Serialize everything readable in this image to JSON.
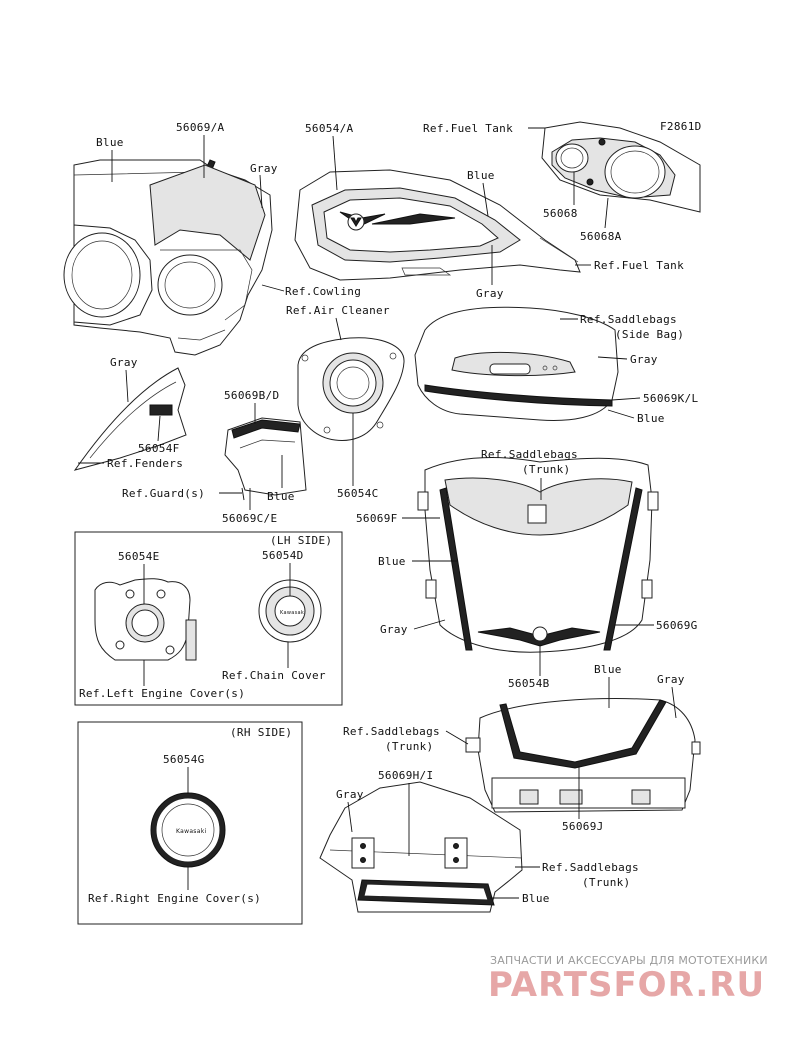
{
  "figure_code": "F2861D",
  "labels": {
    "blue_cowling": "Blue",
    "p56069A": "56069/A",
    "gray_cowling": "Gray",
    "ref_cowling": "Ref.Cowling",
    "p56054A": "56054/A",
    "blue_tank": "Blue",
    "ref_fuel_tank_top": "Ref.Fuel Tank",
    "p56068": "56068",
    "p56068A": "56068A",
    "ref_fuel_tank_right": "Ref.Fuel Tank",
    "gray_tank": "Gray",
    "ref_air_cleaner": "Ref.Air Cleaner",
    "ref_saddlebags_side_1": "Ref.Saddlebags",
    "ref_saddlebags_side_2": "(Side Bag)",
    "gray_sidebag": "Gray",
    "p56069KL": "56069K/L",
    "blue_sidebag": "Blue",
    "gray_fender": "Gray",
    "p56054F": "56054F",
    "ref_fenders": "Ref.Fenders",
    "p56069BD": "56069B/D",
    "blue_guard": "Blue",
    "ref_guards": "Ref.Guard(s)",
    "p56069CE": "56069C/E",
    "p56054C": "56054C",
    "ref_saddlebags_trunk_1a": "Ref.Saddlebags",
    "ref_saddlebags_trunk_1b": "(Trunk)",
    "p56069F": "56069F",
    "blue_trunk_front": "Blue",
    "gray_trunk_front": "Gray",
    "p56069G": "56069G",
    "p56054B": "56054B",
    "lh_side": "(LH SIDE)",
    "p56054E": "56054E",
    "p56054D": "56054D",
    "ref_chain_cover": "Ref.Chain Cover",
    "ref_left_engine_cover": "Ref.Left Engine Cover(s)",
    "rh_side": "(RH SIDE)",
    "p56054G": "56054G",
    "ref_right_engine_cover": "Ref.Right Engine Cover(s)",
    "blue_trunk_rear": "Blue",
    "gray_trunk_rear": "Gray",
    "ref_saddlebags_trunk_2a": "Ref.Saddlebags",
    "ref_saddlebags_trunk_2b": "(Trunk)",
    "p56069J": "56069J",
    "p56069HI": "56069H/I",
    "gray_trunk_side": "Gray",
    "ref_saddlebags_trunk_3a": "Ref.Saddlebags",
    "ref_saddlebags_trunk_3b": "(Trunk)",
    "blue_trunk_side": "Blue"
  },
  "emblem_text": "Kawasaki",
  "watermark": {
    "line1": "ЗАПЧАСТИ И АКСЕССУАРЫ ДЛЯ МОТОТЕХНИКИ",
    "line2": "PARTSFOR.RU"
  }
}
